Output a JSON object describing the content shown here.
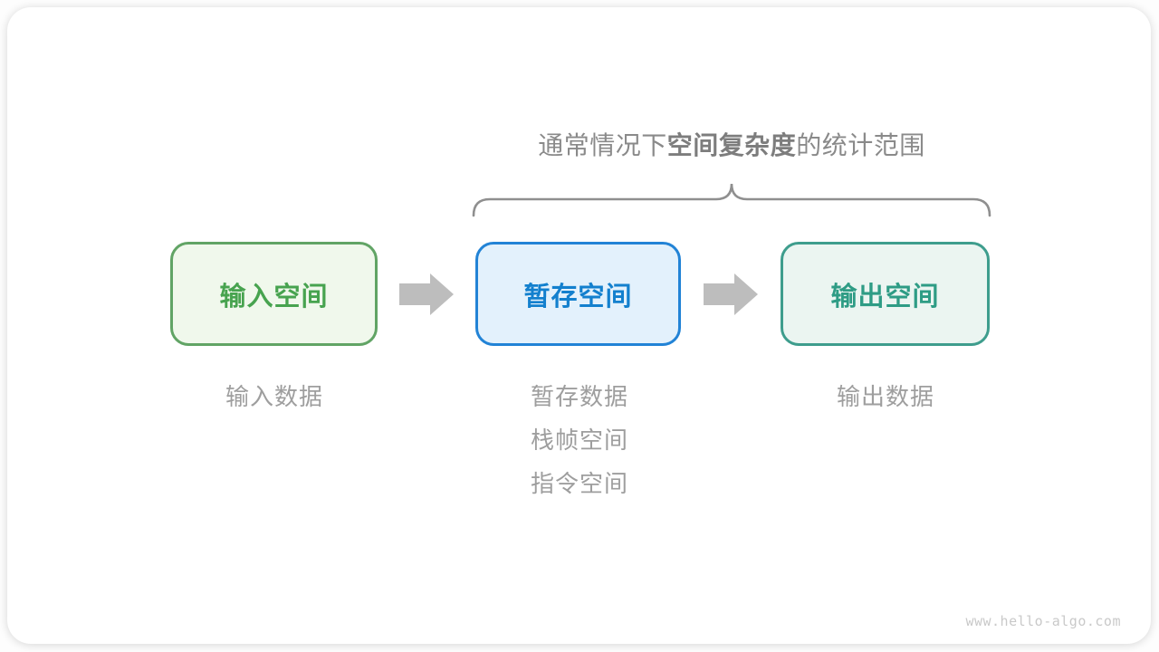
{
  "diagram": {
    "title": {
      "prefix": "通常情况下",
      "bold": "空间复杂度",
      "suffix": "的统计范围"
    },
    "boxes": [
      {
        "label": "输入空间",
        "border_color": "#61A465",
        "fill_color": "#F0F8EC",
        "text_color": "#47A34F"
      },
      {
        "label": "暂存空间",
        "border_color": "#2283D6",
        "fill_color": "#E3F1FC",
        "text_color": "#1380CE"
      },
      {
        "label": "输出空间",
        "border_color": "#3E9D8D",
        "fill_color": "#EBF5F1",
        "text_color": "#2E9C85"
      }
    ],
    "sublabels": {
      "input": "输入数据",
      "temp": [
        "暂存数据",
        "栈帧空间",
        "指令空间"
      ],
      "output": "输出数据"
    },
    "colors": {
      "title_text": "#8A8A8A",
      "title_bold": "#7D7D7D",
      "brace": "#8F8F8F",
      "arrow": "#BDBDBD",
      "sublabel_text": "#9E9E9E",
      "watermark_text": "#C9C9C9",
      "card_bg": "#FFFFFF"
    },
    "watermark": "www.hello-algo.com"
  }
}
